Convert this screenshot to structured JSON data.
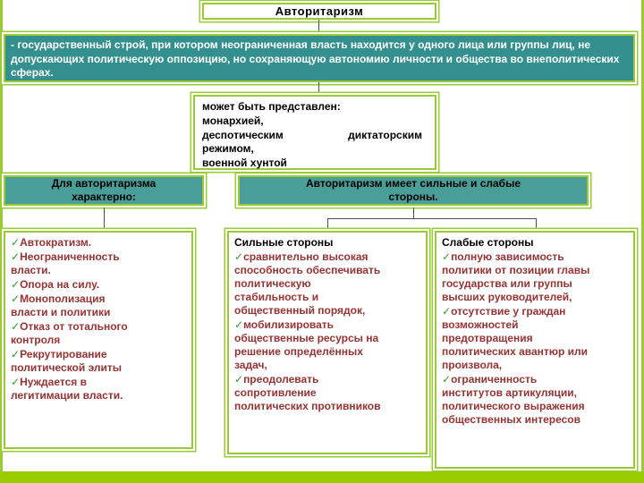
{
  "colors": {
    "border_green": "#99CC33",
    "accent_bar": "#99CC00",
    "definition_background": "#348F8F",
    "header_background": "#4A9E99",
    "item_text": "#993333",
    "check_green": "#2FA12F"
  },
  "glyphs": {
    "check": "✓"
  },
  "title": "Авторитаризм",
  "definition": "- государственный строй, при котором неограниченная власть находится у одного лица или группы лиц, не допускающих политическую оппозицию, но сохраняющую автономию личности и общества во внеполитических сферах.",
  "forms_box": {
    "lines": [
      "может быть представлен:",
      "монархией,",
      "деспотическим",
      "диктаторским",
      "режимом,",
      "военной хунтой"
    ]
  },
  "left_header": "Для авторитаризма характерно:",
  "right_header": "Авторитаризм имеет сильные и слабые стороны.",
  "left_column": {
    "items": [
      "Автократизм.",
      "Неограниченность власти.",
      "Опора на силу.",
      "Монополизация власти и политики",
      "Отказ от тотального контроля",
      "Рекрутирование политической элиты",
      "Нуждается в легитимации власти."
    ]
  },
  "strong_column": {
    "header": "Сильные стороны",
    "items": [
      "сравнительно высокая способность обеспечивать политическую стабильность и общественный порядок,",
      "мобилизировать общественные ресурсы на решение определённых задач,",
      "преодолевать сопротивление политических противников"
    ]
  },
  "weak_column": {
    "header": "Слабые стороны",
    "items": [
      "полную зависимость политики от позиции главы государства или группы высших руководителей,",
      "отсутствие у граждан возможностей предотвращения политических авантюр или произвола,",
      "ограниченность институтов артикуляции, политического выражения общественных интересов"
    ]
  }
}
